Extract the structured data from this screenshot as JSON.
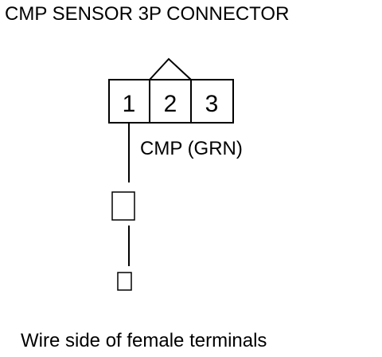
{
  "title": "CMP SENSOR 3P CONNECTOR",
  "connector": {
    "pins": [
      "1",
      "2",
      "3"
    ],
    "wire_label": "CMP (GRN)"
  },
  "caption": "Wire side of female terminals"
}
